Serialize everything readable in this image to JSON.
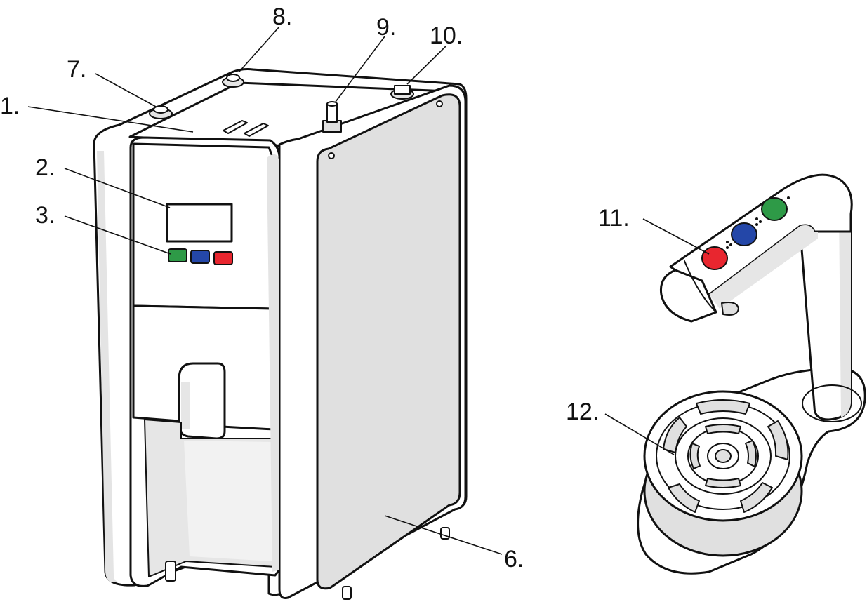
{
  "diagram": {
    "callouts": [
      {
        "id": "1",
        "label": "1."
      },
      {
        "id": "2",
        "label": "2."
      },
      {
        "id": "3",
        "label": "3."
      },
      {
        "id": "6",
        "label": "6."
      },
      {
        "id": "7",
        "label": "7."
      },
      {
        "id": "8",
        "label": "8."
      },
      {
        "id": "9",
        "label": "9."
      },
      {
        "id": "10",
        "label": "10."
      },
      {
        "id": "11",
        "label": "11."
      },
      {
        "id": "12",
        "label": "12."
      }
    ],
    "colors": {
      "body_fill": "#ffffff",
      "shade": "#e2e2e2",
      "panel": "#e0e0e0",
      "button_green": "#2e9a47",
      "button_blue": "#2447a8",
      "button_red": "#e8262f",
      "outline": "#111111"
    }
  }
}
